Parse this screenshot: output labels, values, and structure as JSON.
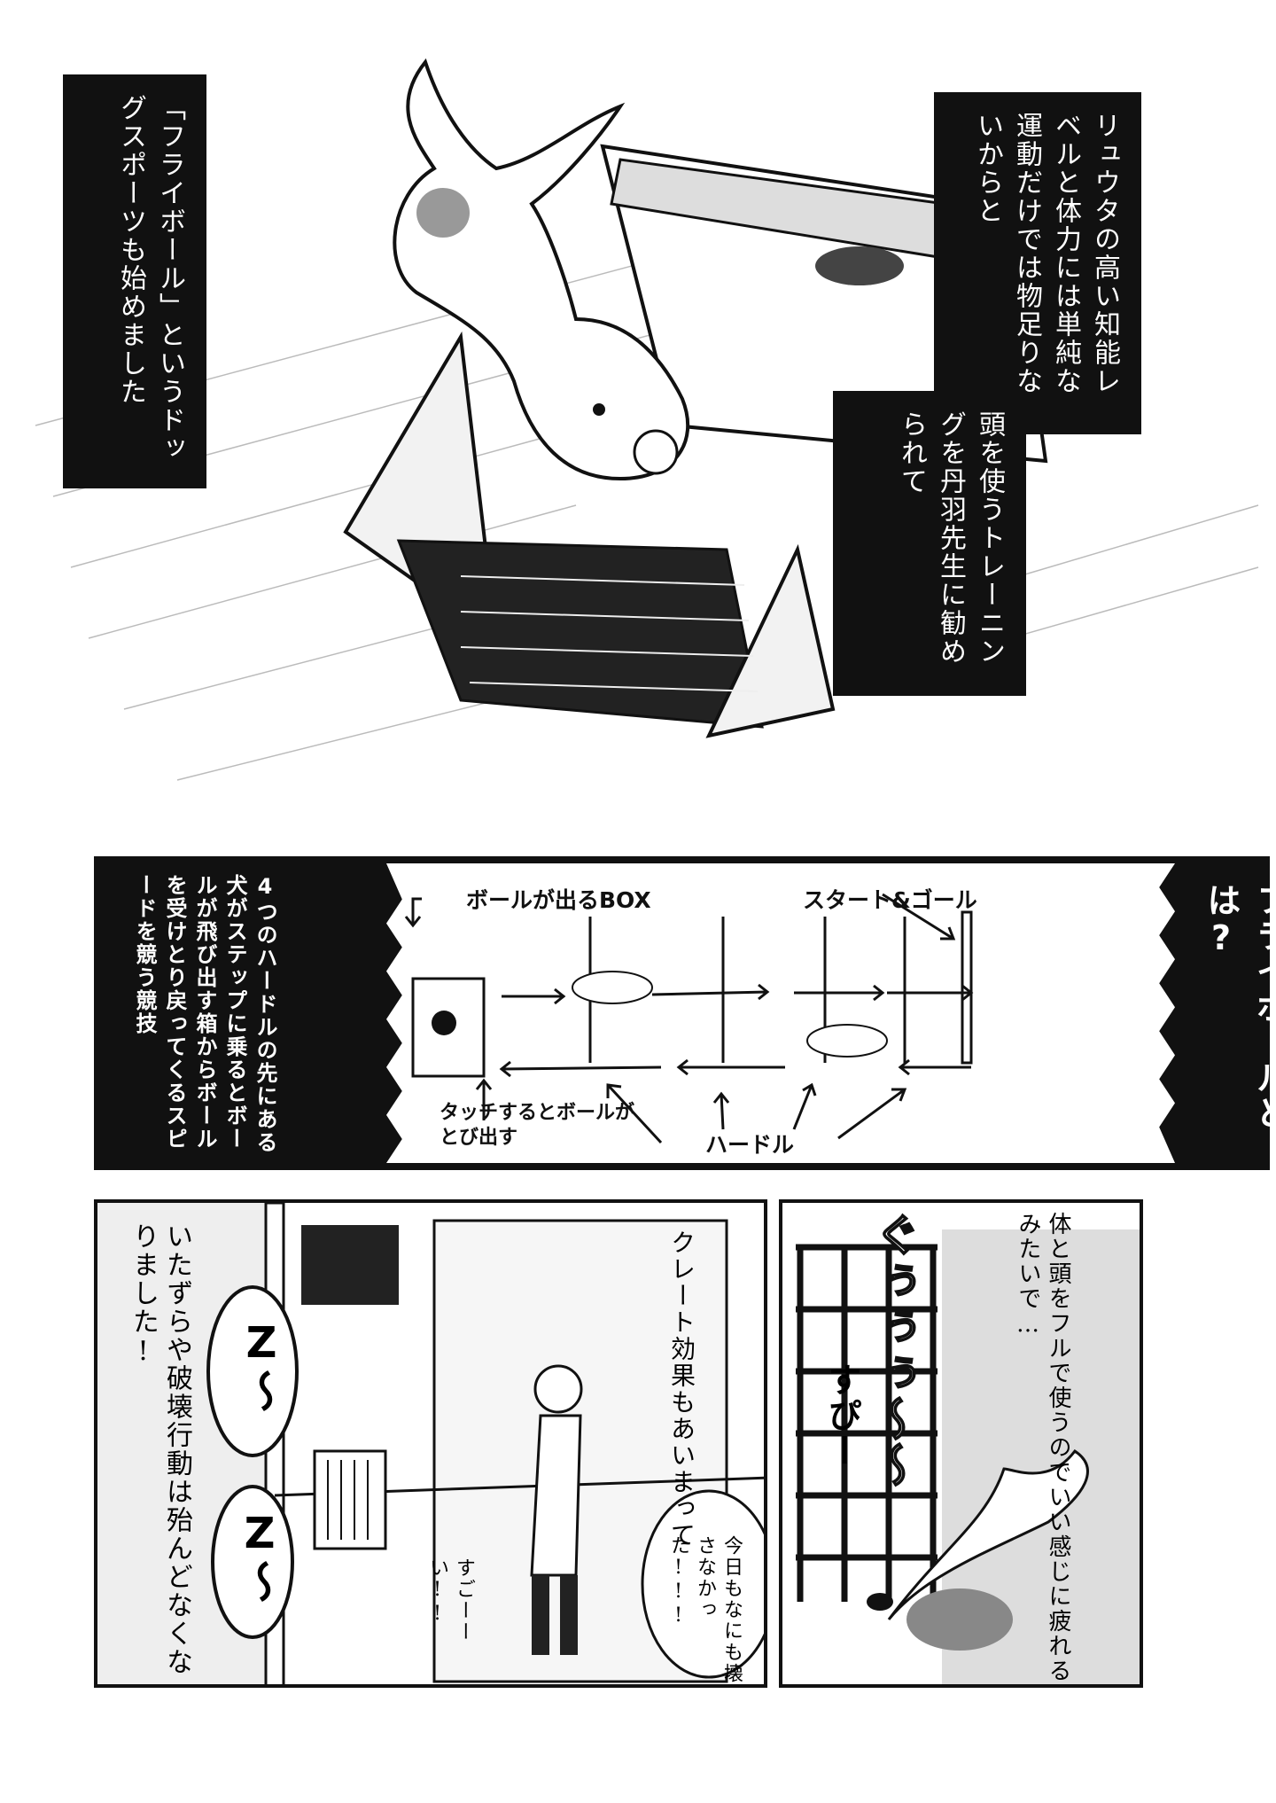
{
  "panel1": {
    "caption_left": [
      "「フライボール」という",
      "ドッグスポーツも",
      "始めました"
    ],
    "caption_right": [
      "リュウタの高い",
      "知能レベルと体力には",
      "単純な運動だけでは",
      "物足りないからと"
    ],
    "caption_mid": [
      "頭を使う",
      "トレーニングを",
      "丹羽先生に",
      "勧められて"
    ]
  },
  "panel2": {
    "title": "フライボールとは?",
    "description": [
      "4つのハードルの先にある",
      "犬がステップに乗ると",
      "ボールが飛び出す箱から",
      "ボールを受けとり",
      "戻ってくるスピードを",
      "競う競技"
    ],
    "label_box": "ボールが出るBOX",
    "label_start_goal": "スタート&ゴール",
    "label_touch": [
      "タッチするとボールが",
      "とび出す"
    ],
    "label_hurdle": "ハードル"
  },
  "panel3": {
    "caption": [
      "いたずらや",
      "破壊行動は",
      "殆んどなくなりました!"
    ],
    "narration": [
      "クレート効果も",
      "あいまって"
    ],
    "sfx_1": "Z〜",
    "sfx_2": "Z〜",
    "speech_1": [
      "今日も",
      "なにも壊さな",
      "かった!!!"
    ],
    "speech_2": [
      "すごー",
      "ーい!!"
    ]
  },
  "panel4": {
    "caption": [
      "体と頭をフルで使うので",
      "いい感じに疲れる",
      "みたいで…"
    ],
    "sfx": "ぐぅぅぅ〜〜",
    "sfx_2": "すぴー"
  }
}
